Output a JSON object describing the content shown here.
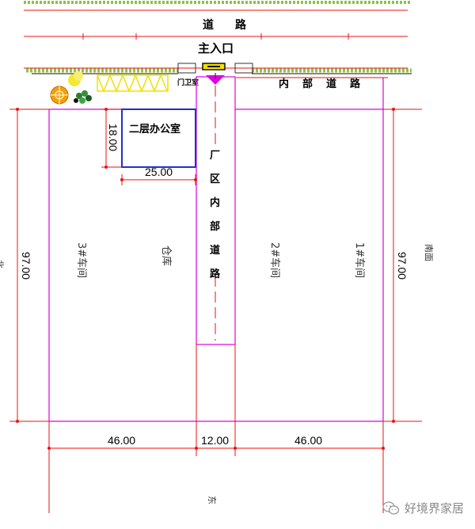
{
  "labels": {
    "road_top_1": "道",
    "road_top_2": "路",
    "main_entrance": "主入口",
    "guard_room": "门卫室",
    "internal_road": [
      "内",
      "部",
      "道",
      "路"
    ],
    "plant_internal_road": [
      "厂",
      "区",
      "内",
      "部",
      "道",
      "路"
    ],
    "office": "二层办公室",
    "workshop_3": "3#车间",
    "warehouse": "仓库",
    "workshop_2": "2#车间",
    "workshop_1": "1#车间",
    "right_edge_label": "南面",
    "left_edge_label": "北",
    "east_label": "东"
  },
  "dimensions": {
    "office_height": "18.00",
    "office_width": "25.00",
    "site_depth_left": "97.00",
    "site_depth_right": "97.00",
    "width_left": "46.00",
    "width_road": "12.00",
    "width_right": "46.00"
  },
  "watermark": {
    "text": "好境界家居"
  },
  "colors": {
    "magenta": "#e000e0",
    "red": "#ee1111",
    "blue": "#1f2fd6",
    "green": "#8bc34a",
    "yellow": "#f2e000",
    "orange": "#f5a000"
  }
}
